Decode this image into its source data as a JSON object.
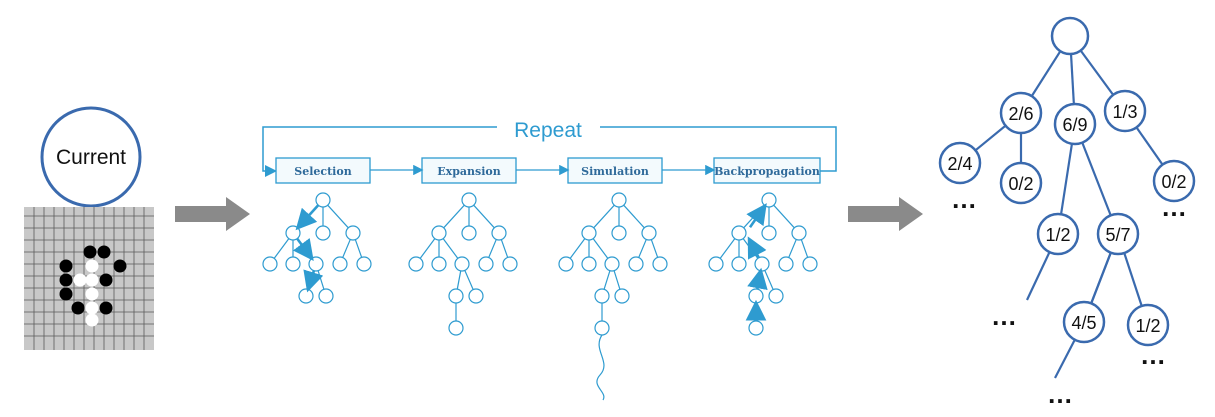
{
  "current": {
    "label": "Current"
  },
  "loop": {
    "label": "Repeat"
  },
  "stages": [
    {
      "label": "Selection"
    },
    {
      "label": "Expansion"
    },
    {
      "label": "Simulation"
    },
    {
      "label": "Backpropagation"
    }
  ],
  "result_tree": {
    "nodes": [
      "2/6",
      "6/9",
      "1/3",
      "2/4",
      "0/2",
      "0/2",
      "1/2",
      "5/7",
      "4/5",
      "1/2"
    ],
    "ellipsis": "…"
  },
  "colors": {
    "tree_blue": "#3a6aae",
    "stage_blue": "#2e9bd0",
    "arrow_gray": "#8a8a8a",
    "board_gray": "#c8c8c8"
  }
}
